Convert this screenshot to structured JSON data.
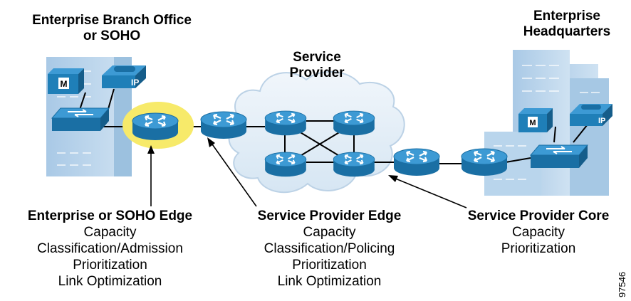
{
  "sites": {
    "branch_title": [
      "Enterprise Branch Office",
      "or SOHO"
    ],
    "provider_title": [
      "Service",
      "Provider"
    ],
    "hq_title": [
      "Enterprise",
      "Headquarters"
    ]
  },
  "icons": {
    "ip_label": "IP",
    "m_label": "M"
  },
  "edge_labels": [
    {
      "title": "Enterprise or SOHO Edge",
      "lines": [
        "Capacity",
        "Classification/Admission",
        "Prioritization",
        "Link Optimization"
      ]
    },
    {
      "title": "Service Provider Edge",
      "lines": [
        "Capacity",
        "Classification/Policing",
        "Prioritization",
        "Link Optimization"
      ]
    },
    {
      "title": "Service Provider Core",
      "lines": [
        "Capacity",
        "Prioritization"
      ]
    }
  ],
  "figure_id": "97546",
  "colors": {
    "building": "#b8d4ea",
    "building_dark": "#9cc1df",
    "router": "#1f7fb8",
    "router_top": "#3ea0d8",
    "cloud": "#e4eef7",
    "highlight": "#f7ea6a"
  }
}
